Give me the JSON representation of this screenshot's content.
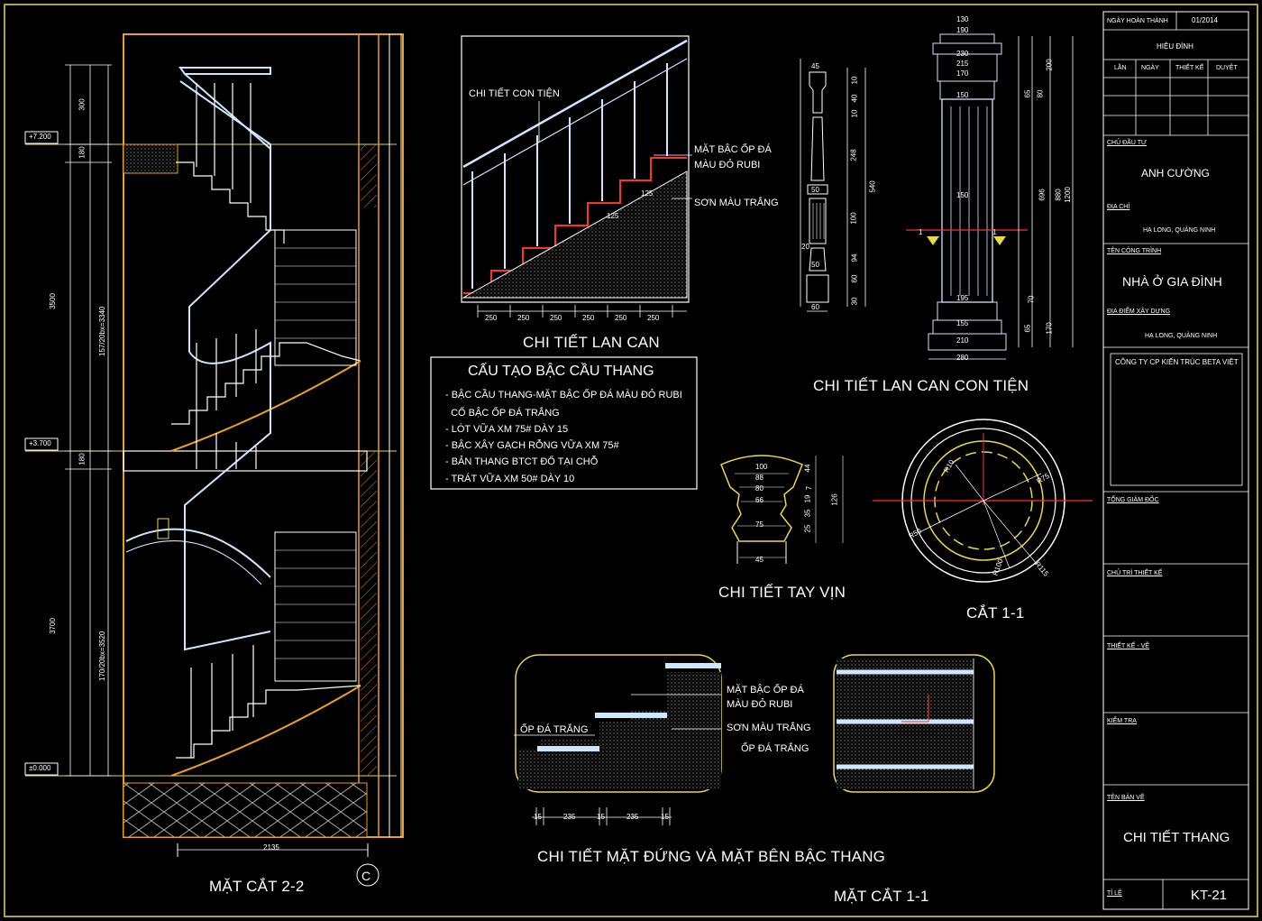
{
  "drawing": {
    "titles": {
      "section_22": "MẶT CẮT  2-2",
      "railing_detail": "CHI TIẾT LAN CAN",
      "baluster_detail": "CHI TIẾT LAN CAN CON TIỆN",
      "handrail_detail": "CHI TIẾT TAY VỊN",
      "cut_11": "CẮT 1-1",
      "step_elevation_detail": "CHI TIẾT MẶT ĐỨNG VÀ MẶT BÊN BẬC THANG",
      "section_11": "MẶT CẮT  1-1"
    },
    "elevations": [
      "+7.200",
      "+3.700",
      "±0.000"
    ],
    "section_dims": {
      "left": [
        "3500",
        "3700"
      ],
      "inner": [
        "157/20bx=3340",
        "170/20bx=3520"
      ],
      "right": [
        "300",
        "180",
        "180"
      ],
      "bottom": "2135"
    },
    "railing_callouts": {
      "baluster": "CHI TIẾT CON TIỆN",
      "tread_1": "MẶT BẬC ỐP ĐÁ",
      "tread_2": "MÀU ĐỎ RUBI",
      "paint": "SƠN MÀU TRẮNG",
      "step_dims": [
        "250",
        "250",
        "250",
        "250",
        "250",
        "250"
      ],
      "riser_a": "125",
      "riser_b": "125"
    },
    "construction": {
      "title": "CẤU TẠO BẬC CẦU THANG",
      "lines": [
        "- BẬC CẦU THANG-MẶT BẬC ỐP ĐÁ MÀU ĐỎ RUBI",
        "  CỔ BẬC ỐP ĐÁ TRẮNG",
        "- LÓT VỮA XM 75# DÀY 15",
        "- BẬC XÂY GẠCH RỖNG VỮA XM 75#",
        "- BẢN THANG BTCT ĐỔ TẠI CHỖ",
        "- TRÁT VỮA XM 50# DÀY 10"
      ]
    },
    "baluster_dims": {
      "left": [
        "45",
        "50",
        "20",
        "50",
        "60"
      ],
      "right_a": [
        "10",
        "40",
        "10",
        "248",
        "100",
        "94",
        "60",
        "30"
      ],
      "right_b": "540"
    },
    "column_dims": {
      "top": [
        "130",
        "190",
        "230",
        "215",
        "170",
        "150"
      ],
      "mid": "150",
      "bottom": [
        "195",
        "155",
        "210",
        "280"
      ],
      "right_a": [
        "200",
        "65",
        "80",
        "696",
        "70",
        "65",
        "170"
      ],
      "right_b": [
        "880",
        "1200"
      ],
      "cut_mark": "1"
    },
    "handrail_dims": {
      "widths": [
        "100",
        "88",
        "80",
        "66",
        "75",
        "45"
      ],
      "right": [
        "44",
        "7",
        "19",
        "35",
        "25"
      ],
      "total": "126"
    },
    "cut_dims": [
      "R10",
      "R75",
      "R50",
      "R100",
      "R115"
    ],
    "step_callouts": {
      "stone_white": "ỐP ĐÁ TRẮNG",
      "tread_1": "MẶT BẬC ỐP ĐÁ",
      "tread_2": "MÀU ĐỎ RUBI",
      "paint": "SƠN MÀU TRẮNG",
      "stone_white2": "ỐP ĐÁ TRẮNG",
      "dims": [
        "15",
        "235",
        "15",
        "235",
        "15"
      ]
    }
  },
  "title_block": {
    "date_label": "NGÀY HOÀN THÀNH",
    "date_value": "01/2014",
    "revision_title": "HIỆU ĐÍNH",
    "revision_cols": [
      "LẦN",
      "NGÀY",
      "THIẾT KẾ",
      "DUYỆT"
    ],
    "owner_label": "CHỦ ĐẦU TƯ",
    "owner_name": "ANH CƯỜNG",
    "address_label": "ĐỊA CHỈ",
    "address_value": "HẠ LONG, QUẢNG NINH",
    "project_label": "TÊN CÔNG TRÌNH",
    "project_name": "NHÀ Ở GIA ĐÌNH",
    "location_label": "ĐỊA ĐIỂM XÂY DỰNG",
    "location_value": "HẠ LONG, QUẢNG NINH",
    "company": "CÔNG TY CP KIẾN TRÚC BETA VIỆT",
    "director_label": "TỔNG GIÁM ĐỐC",
    "lead_label": "CHỦ TRÌ THIẾT KẾ",
    "design_label": "THIẾT KẾ - VẼ",
    "check_label": "KIỂM TRA",
    "drawing_label": "TÊN BẢN VẼ",
    "drawing_name": "CHI TIẾT THANG",
    "scale_label": "TỈ LỆ",
    "sheet_no": "KT-21"
  }
}
